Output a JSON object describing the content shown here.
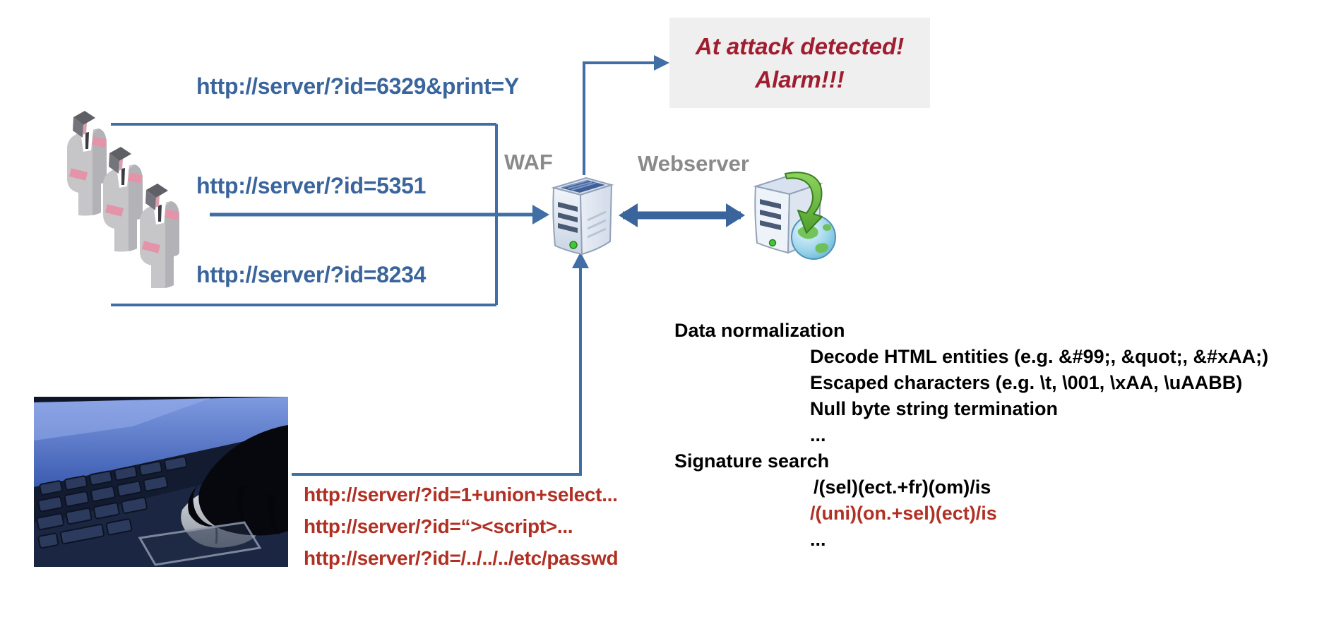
{
  "labels": {
    "waf": "WAF",
    "webserver": "Webserver"
  },
  "alarm": {
    "line1": "At attack detected!",
    "line2": "Alarm!!!"
  },
  "requests": {
    "normal": [
      "http://server/?id=6329&print=Y",
      "http://server/?id=5351",
      "http://server/?id=8234"
    ],
    "attack": [
      "http://server/?id=1+union+select...",
      "http://server/?id=“><script>...",
      "http://server/?id=/../../../etc/passwd"
    ]
  },
  "analysis": {
    "lines": [
      {
        "text": "Data normalization"
      },
      {
        "text": "Decode HTML entities (e.g. &#99;, &quot;, &#xAA;)"
      },
      {
        "text": "Escaped characters (e.g. \\t, \\001, \\xAA, \\uAABB)"
      },
      {
        "text": "Null byte string termination"
      },
      {
        "text": "..."
      },
      {
        "text": "Signature search"
      },
      {
        "text": "/(sel)(ect.+fr)(om)/is"
      },
      {
        "text": "/(uni)(on.+sel)(ect)/is"
      },
      {
        "text": "..."
      }
    ]
  },
  "icons": {
    "users": "users-group-icon",
    "waf": "server-tower-icon",
    "webserver": "webserver-globe-icon",
    "photo": "hacker-hand-on-mouse-photo"
  },
  "colors": {
    "request_blue": "#3a649c",
    "attack_red": "#b13024",
    "alarm_red": "#a01d30",
    "label_gray": "#8a8a8a",
    "line_blue": "#416fa5",
    "alarm_bg": "#efefef"
  }
}
